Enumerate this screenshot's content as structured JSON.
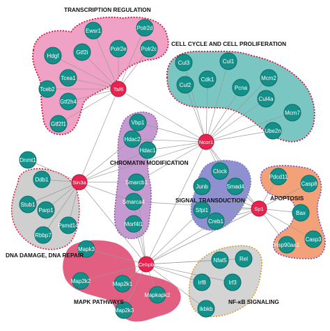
{
  "groups": {
    "transcription": {
      "label": "TRANSCRIPTION REGULATION",
      "fill": "#f0a2c6",
      "border": "#d8143a"
    },
    "cellcycle": {
      "label": "CELL CYCLE AND CELL PROLIFERATION",
      "fill": "#79c6c2",
      "border": "#d8143a"
    },
    "chromatin": {
      "label": "CHROMATIN MODIFICATION",
      "fill": "#c59ad0",
      "border": "#8b56a8"
    },
    "dna": {
      "label": "DNA DAMAGE, DNA REPAIR",
      "fill": "#cfcfcf",
      "border": "#d8143a"
    },
    "signal": {
      "label": "SIGNAL TRANSDUCTION",
      "fill": "#8f90d2",
      "border": "#7a7ac8"
    },
    "apoptosis": {
      "label": "APOPTOSIS",
      "fill": "#f3a178",
      "border": "#7a4fc0"
    },
    "mapk": {
      "label": "MAPK PATHWAYS",
      "fill": "#e35f82",
      "border": "#e35f82"
    },
    "nfkb": {
      "label": "NF-κB SIGNALING",
      "fill": "#d4d4d4",
      "border": "#d89a2a"
    }
  },
  "hubs": [
    {
      "id": "taf6",
      "label": "Taf6"
    },
    {
      "id": "ncor1",
      "label": "Ncor1"
    },
    {
      "id": "sin3a",
      "label": "Sin3a"
    },
    {
      "id": "sp1",
      "label": "Sp1"
    },
    {
      "id": "cebpb",
      "label": "Cebpb"
    }
  ],
  "genes": [
    {
      "id": "ewsr1",
      "label": "Ewsr1"
    },
    {
      "id": "polr2d",
      "label": "Polr2d"
    },
    {
      "id": "gtf2i",
      "label": "Gtf2i"
    },
    {
      "id": "polr2e",
      "label": "Polr2e"
    },
    {
      "id": "polr2c",
      "label": "Polr2c"
    },
    {
      "id": "hdgf",
      "label": "Hdgf"
    },
    {
      "id": "tcea1",
      "label": "Tcea1"
    },
    {
      "id": "tceb2",
      "label": "Tceb2"
    },
    {
      "id": "gtf2h4",
      "label": "Gtf2h4"
    },
    {
      "id": "gtf2f1",
      "label": "Gtf2f1"
    },
    {
      "id": "cul3",
      "label": "Cul3"
    },
    {
      "id": "cul1",
      "label": "Cul1"
    },
    {
      "id": "cul2",
      "label": "Cul2"
    },
    {
      "id": "cdk1",
      "label": "Cdk1"
    },
    {
      "id": "mcm2",
      "label": "Mcm2"
    },
    {
      "id": "pcna",
      "label": "Pcna"
    },
    {
      "id": "cul4a",
      "label": "Cul4a"
    },
    {
      "id": "mcm7",
      "label": "Mcm7"
    },
    {
      "id": "ube2n",
      "label": "Ube2n"
    },
    {
      "id": "vbp1",
      "label": "Vbp1"
    },
    {
      "id": "hdac2",
      "label": "Hdac2"
    },
    {
      "id": "hdac1",
      "label": "Hdac1"
    },
    {
      "id": "smarcb1",
      "label": "Smarcb1"
    },
    {
      "id": "smarca4",
      "label": "Smarca4"
    },
    {
      "id": "morf4l1",
      "label": "Morf4l1"
    },
    {
      "id": "dnmt1",
      "label": "Dnmt1"
    },
    {
      "id": "ddb1",
      "label": "Ddb1"
    },
    {
      "id": "stub1",
      "label": "Stub1"
    },
    {
      "id": "parp1",
      "label": "Parp1"
    },
    {
      "id": "psmd14",
      "label": "Psmd14"
    },
    {
      "id": "rbbp7",
      "label": "Rbbp7"
    },
    {
      "id": "clock",
      "label": "Clock"
    },
    {
      "id": "junb",
      "label": "Junb"
    },
    {
      "id": "smad4",
      "label": "Smad4"
    },
    {
      "id": "sfpi1",
      "label": "Sfpi1"
    },
    {
      "id": "creb1",
      "label": "Creb1"
    },
    {
      "id": "pdcd11",
      "label": "Pdcd11"
    },
    {
      "id": "casp8",
      "label": "Casp8"
    },
    {
      "id": "bax",
      "label": "Bax"
    },
    {
      "id": "casp3",
      "label": "Casp3"
    },
    {
      "id": "hsp90aa1",
      "label": "Hsp90aa1"
    },
    {
      "id": "mapk3",
      "label": "Mapk3"
    },
    {
      "id": "map2k2",
      "label": "Map2k2"
    },
    {
      "id": "map2k1",
      "label": "Map2k1"
    },
    {
      "id": "mapkapk2",
      "label": "Mapkapk2"
    },
    {
      "id": "map2k3",
      "label": "Map2k3"
    },
    {
      "id": "nfat5",
      "label": "Nfat5"
    },
    {
      "id": "rel",
      "label": "Rel"
    },
    {
      "id": "irf8",
      "label": "Irf8"
    },
    {
      "id": "irf3",
      "label": "Irf3"
    },
    {
      "id": "ikbkb",
      "label": "Ikbkb"
    }
  ],
  "edges": [
    [
      "taf6",
      "ewsr1"
    ],
    [
      "taf6",
      "polr2d"
    ],
    [
      "taf6",
      "gtf2i"
    ],
    [
      "taf6",
      "polr2e"
    ],
    [
      "taf6",
      "polr2c"
    ],
    [
      "taf6",
      "hdgf"
    ],
    [
      "taf6",
      "tcea1"
    ],
    [
      "taf6",
      "tceb2"
    ],
    [
      "taf6",
      "gtf2h4"
    ],
    [
      "taf6",
      "gtf2f1"
    ],
    [
      "taf6",
      "ncor1"
    ],
    [
      "taf6",
      "sin3a"
    ],
    [
      "ncor1",
      "cul3"
    ],
    [
      "ncor1",
      "cul1"
    ],
    [
      "ncor1",
      "cul2"
    ],
    [
      "ncor1",
      "cdk1"
    ],
    [
      "ncor1",
      "mcm2"
    ],
    [
      "ncor1",
      "pcna"
    ],
    [
      "ncor1",
      "cul4a"
    ],
    [
      "ncor1",
      "mcm7"
    ],
    [
      "ncor1",
      "ube2n"
    ],
    [
      "ncor1",
      "vbp1"
    ],
    [
      "ncor1",
      "hdac2"
    ],
    [
      "ncor1",
      "hdac1"
    ],
    [
      "ncor1",
      "smarcb1"
    ],
    [
      "ncor1",
      "sin3a"
    ],
    [
      "ncor1",
      "cebpb"
    ],
    [
      "ncor1",
      "clock"
    ],
    [
      "ncor1",
      "smad4"
    ],
    [
      "sin3a",
      "dnmt1"
    ],
    [
      "sin3a",
      "ddb1"
    ],
    [
      "sin3a",
      "stub1"
    ],
    [
      "sin3a",
      "parp1"
    ],
    [
      "sin3a",
      "psmd14"
    ],
    [
      "sin3a",
      "rbbp7"
    ],
    [
      "sin3a",
      "hdac1"
    ],
    [
      "sin3a",
      "hdac2"
    ],
    [
      "sin3a",
      "smarcb1"
    ],
    [
      "sin3a",
      "smarca4"
    ],
    [
      "sin3a",
      "cebpb"
    ],
    [
      "sp1",
      "clock"
    ],
    [
      "sp1",
      "junb"
    ],
    [
      "sp1",
      "smad4"
    ],
    [
      "sp1",
      "sfpi1"
    ],
    [
      "sp1",
      "creb1"
    ],
    [
      "sp1",
      "pdcd11"
    ],
    [
      "sp1",
      "casp8"
    ],
    [
      "sp1",
      "bax"
    ],
    [
      "sp1",
      "casp3"
    ],
    [
      "sp1",
      "hsp90aa1"
    ],
    [
      "sp1",
      "smarca4"
    ],
    [
      "sp1",
      "cebpb"
    ],
    [
      "sp1",
      "ncor1"
    ],
    [
      "cebpb",
      "mapk3"
    ],
    [
      "cebpb",
      "map2k2"
    ],
    [
      "cebpb",
      "map2k1"
    ],
    [
      "cebpb",
      "mapkapk2"
    ],
    [
      "cebpb",
      "map2k3"
    ],
    [
      "cebpb",
      "nfat5"
    ],
    [
      "cebpb",
      "rel"
    ],
    [
      "cebpb",
      "irf8"
    ],
    [
      "cebpb",
      "irf3"
    ],
    [
      "cebpb",
      "ikbkb"
    ],
    [
      "cebpb",
      "smarca4"
    ],
    [
      "cebpb",
      "morf4l1"
    ],
    [
      "cebpb",
      "smarcb1"
    ],
    [
      "cebpb",
      "creb1"
    ],
    [
      "cebpb",
      "sfpi1"
    ],
    [
      "cebpb",
      "sp1"
    ]
  ],
  "colors": {
    "gene": "#14908a",
    "gene_stroke": "#0c6b66",
    "hub": "#e8234f",
    "edge": "#9a9a9a"
  }
}
